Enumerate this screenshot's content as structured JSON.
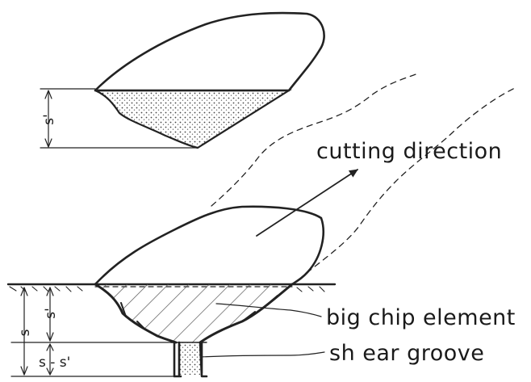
{
  "labels": {
    "cutting_direction": "cutting direction",
    "big_chip_element": "big chip element",
    "shear_groove": "sh ear groove"
  },
  "dimensions": {
    "s_prime_top": "s'",
    "s": "s",
    "s_prime_bottom": "s'",
    "s_minus_s_prime": "s - s'"
  },
  "colors": {
    "ink": "#222222",
    "hatch": "#555555"
  }
}
